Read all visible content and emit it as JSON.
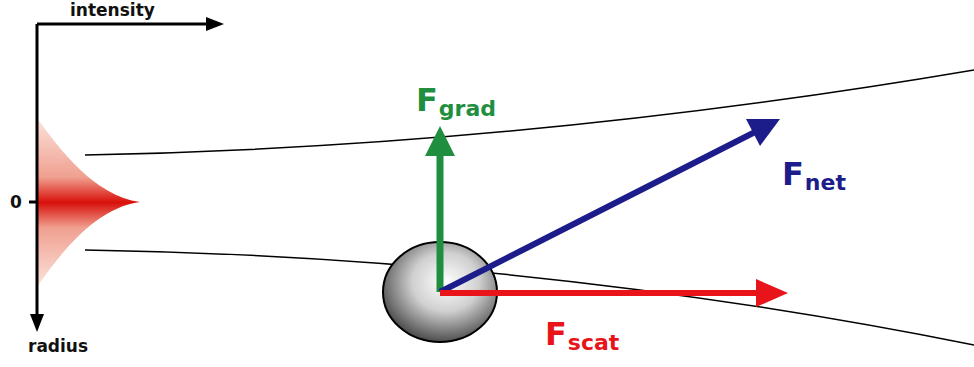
{
  "diagram": {
    "labels": [
      "intensity",
      "radius",
      "0",
      "F",
      "grad",
      "F",
      "net",
      "F",
      "scat"
    ]
  }
}
